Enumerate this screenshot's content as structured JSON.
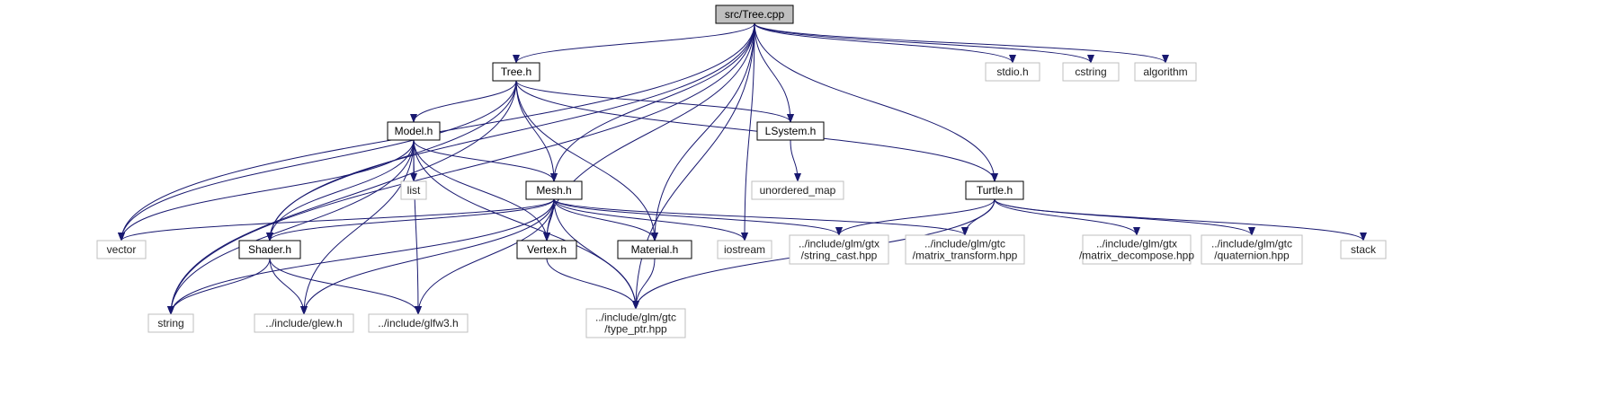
{
  "graph": {
    "edge_color": "#191970",
    "nodes": [
      {
        "id": "tree_cpp",
        "kind": "root",
        "lines": [
          "src/Tree.cpp"
        ]
      },
      {
        "id": "tree_h",
        "kind": "doc",
        "lines": [
          "Tree.h"
        ]
      },
      {
        "id": "stdio_h",
        "kind": "sys",
        "lines": [
          "stdio.h"
        ]
      },
      {
        "id": "cstring",
        "kind": "sys",
        "lines": [
          "cstring"
        ]
      },
      {
        "id": "algorithm",
        "kind": "sys",
        "lines": [
          "algorithm"
        ]
      },
      {
        "id": "model_h",
        "kind": "doc",
        "lines": [
          "Model.h"
        ]
      },
      {
        "id": "lsystem_h",
        "kind": "doc",
        "lines": [
          "LSystem.h"
        ]
      },
      {
        "id": "list",
        "kind": "sys",
        "lines": [
          "list"
        ]
      },
      {
        "id": "unordered_map",
        "kind": "sys",
        "lines": [
          "unordered_map"
        ]
      },
      {
        "id": "turtle_h",
        "kind": "doc",
        "lines": [
          "Turtle.h"
        ]
      },
      {
        "id": "mesh_h",
        "kind": "doc",
        "lines": [
          "Mesh.h"
        ]
      },
      {
        "id": "vector",
        "kind": "sys",
        "lines": [
          "vector"
        ]
      },
      {
        "id": "shader_h",
        "kind": "doc",
        "lines": [
          "Shader.h"
        ]
      },
      {
        "id": "vertex_h",
        "kind": "doc",
        "lines": [
          "Vertex.h"
        ]
      },
      {
        "id": "material_h",
        "kind": "doc",
        "lines": [
          "Material.h"
        ]
      },
      {
        "id": "iostream",
        "kind": "sys",
        "lines": [
          "iostream"
        ]
      },
      {
        "id": "string_cast",
        "kind": "sys",
        "lines": [
          "../include/glm/gtx",
          "/string_cast.hpp"
        ]
      },
      {
        "id": "matrix_transform",
        "kind": "sys",
        "lines": [
          "../include/glm/gtc",
          "/matrix_transform.hpp"
        ]
      },
      {
        "id": "matrix_decompose",
        "kind": "sys",
        "lines": [
          "../include/glm/gtx",
          "/matrix_decompose.hpp"
        ]
      },
      {
        "id": "quaternion",
        "kind": "sys",
        "lines": [
          "../include/glm/gtc",
          "/quaternion.hpp"
        ]
      },
      {
        "id": "stack",
        "kind": "sys",
        "lines": [
          "stack"
        ]
      },
      {
        "id": "string",
        "kind": "sys",
        "lines": [
          "string"
        ]
      },
      {
        "id": "glew_h",
        "kind": "sys",
        "lines": [
          "../include/glew.h"
        ]
      },
      {
        "id": "glfw3_h",
        "kind": "sys",
        "lines": [
          "../include/glfw3.h"
        ]
      },
      {
        "id": "type_ptr",
        "kind": "sys",
        "lines": [
          "../include/glm/gtc",
          "/type_ptr.hpp"
        ]
      }
    ],
    "edges": [
      [
        "tree_cpp",
        "tree_h"
      ],
      [
        "tree_cpp",
        "stdio_h"
      ],
      [
        "tree_cpp",
        "cstring"
      ],
      [
        "tree_cpp",
        "algorithm"
      ],
      [
        "tree_cpp",
        "lsystem_h"
      ],
      [
        "tree_cpp",
        "turtle_h"
      ],
      [
        "tree_cpp",
        "mesh_h"
      ],
      [
        "tree_cpp",
        "vector"
      ],
      [
        "tree_cpp",
        "shader_h"
      ],
      [
        "tree_cpp",
        "vertex_h"
      ],
      [
        "tree_cpp",
        "material_h"
      ],
      [
        "tree_cpp",
        "iostream"
      ],
      [
        "tree_cpp",
        "string"
      ],
      [
        "tree_cpp",
        "type_ptr"
      ],
      [
        "tree_h",
        "model_h"
      ],
      [
        "tree_h",
        "lsystem_h"
      ],
      [
        "tree_h",
        "turtle_h"
      ],
      [
        "tree_h",
        "mesh_h"
      ],
      [
        "tree_h",
        "vector"
      ],
      [
        "tree_h",
        "shader_h"
      ],
      [
        "tree_h",
        "material_h"
      ],
      [
        "tree_h",
        "string"
      ],
      [
        "model_h",
        "mesh_h"
      ],
      [
        "model_h",
        "list"
      ],
      [
        "model_h",
        "vector"
      ],
      [
        "model_h",
        "string"
      ],
      [
        "model_h",
        "shader_h"
      ],
      [
        "model_h",
        "vertex_h"
      ],
      [
        "model_h",
        "glew_h"
      ],
      [
        "model_h",
        "glfw3_h"
      ],
      [
        "model_h",
        "type_ptr"
      ],
      [
        "lsystem_h",
        "unordered_map"
      ],
      [
        "turtle_h",
        "string_cast"
      ],
      [
        "turtle_h",
        "matrix_transform"
      ],
      [
        "turtle_h",
        "matrix_decompose"
      ],
      [
        "turtle_h",
        "quaternion"
      ],
      [
        "turtle_h",
        "stack"
      ],
      [
        "turtle_h",
        "type_ptr"
      ],
      [
        "mesh_h",
        "vector"
      ],
      [
        "mesh_h",
        "shader_h"
      ],
      [
        "mesh_h",
        "vertex_h"
      ],
      [
        "mesh_h",
        "material_h"
      ],
      [
        "mesh_h",
        "iostream"
      ],
      [
        "mesh_h",
        "string_cast"
      ],
      [
        "mesh_h",
        "matrix_transform"
      ],
      [
        "mesh_h",
        "string"
      ],
      [
        "mesh_h",
        "glew_h"
      ],
      [
        "mesh_h",
        "glfw3_h"
      ],
      [
        "mesh_h",
        "type_ptr"
      ],
      [
        "shader_h",
        "string"
      ],
      [
        "shader_h",
        "glew_h"
      ],
      [
        "shader_h",
        "glfw3_h"
      ],
      [
        "vertex_h",
        "type_ptr"
      ],
      [
        "material_h",
        "type_ptr"
      ]
    ]
  }
}
